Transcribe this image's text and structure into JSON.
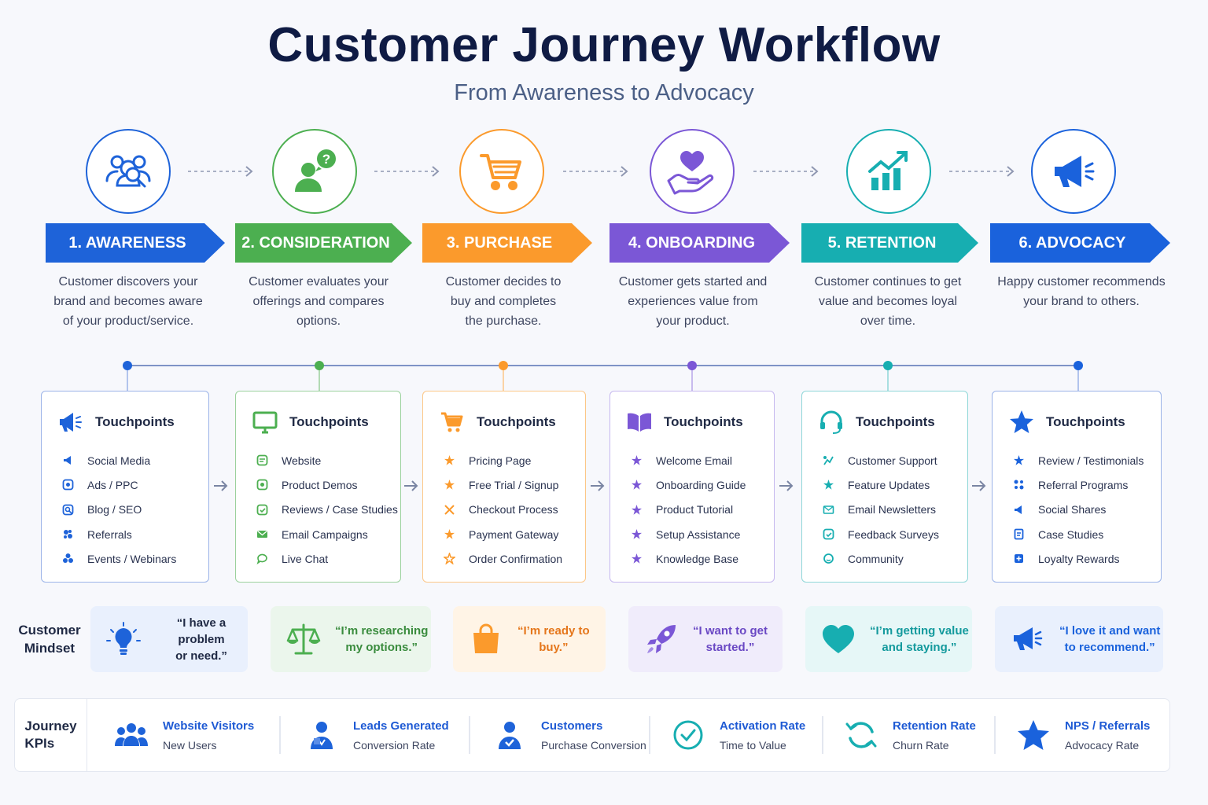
{
  "title": "Customer Journey Workflow",
  "subtitle": "From Awareness to Advocacy",
  "colors": {
    "awareness": "#1e63d9",
    "consideration": "#4caf50",
    "purchase": "#fb9a2c",
    "onboarding": "#7b57d6",
    "retention": "#17aeb1",
    "advocacy": "#1a62dc"
  },
  "stages": [
    {
      "label": "1. AWARENESS",
      "icon": "people-search-icon",
      "desc": [
        "Customer discovers your",
        "brand and becomes aware",
        "of your product/service."
      ]
    },
    {
      "label": "2. CONSIDERATION",
      "icon": "person-question-icon",
      "desc": [
        "Customer evaluates your",
        "offerings and compares",
        "options."
      ]
    },
    {
      "label": "3. PURCHASE",
      "icon": "shopping-cart-icon",
      "desc": [
        "Customer decides to",
        "buy and completes",
        "the purchase."
      ]
    },
    {
      "label": "4. ONBOARDING",
      "icon": "heart-hand-icon",
      "desc": [
        "Customer gets started and",
        "experiences value from",
        "your product."
      ]
    },
    {
      "label": "5. RETENTION",
      "icon": "growth-chart-icon",
      "desc": [
        "Customer continues to get",
        "value and becomes loyal",
        "over time."
      ]
    },
    {
      "label": "6. ADVOCACY",
      "icon": "megaphone-icon",
      "desc": [
        "Happy customer recommends",
        "your brand to others."
      ]
    }
  ],
  "touchpoints": [
    {
      "heading": "Touchpoints",
      "icon": "megaphone-icon",
      "items": [
        "Social Media",
        "Ads / PPC",
        "Blog / SEO",
        "Referrals",
        "Events / Webinars"
      ]
    },
    {
      "heading": "Touchpoints",
      "icon": "monitor-icon",
      "items": [
        "Website",
        "Product Demos",
        "Reviews / Case Studies",
        "Email Campaigns",
        "Live Chat"
      ]
    },
    {
      "heading": "Touchpoints",
      "icon": "shopping-cart-icon",
      "items": [
        "Pricing Page",
        "Free Trial / Signup",
        "Checkout Process",
        "Payment Gateway",
        "Order Confirmation"
      ]
    },
    {
      "heading": "Touchpoints",
      "icon": "book-icon",
      "items": [
        "Welcome Email",
        "Onboarding Guide",
        "Product Tutorial",
        "Setup Assistance",
        "Knowledge Base"
      ]
    },
    {
      "heading": "Touchpoints",
      "icon": "headset-icon",
      "items": [
        "Customer Support",
        "Feature Updates",
        "Email Newsletters",
        "Feedback Surveys",
        "Community"
      ]
    },
    {
      "heading": "Touchpoints",
      "icon": "star-icon",
      "items": [
        "Review / Testimonials",
        "Referral Programs",
        "Social Shares",
        "Case Studies",
        "Loyalty Rewards"
      ]
    }
  ],
  "mindset": {
    "label": [
      "Customer",
      "Mindset"
    ],
    "quotes": [
      {
        "icon": "lightbulb-icon",
        "lines": [
          "“I have a problem",
          "or need.”"
        ]
      },
      {
        "icon": "scales-icon",
        "lines": [
          "“I’m researching",
          "my options.”"
        ]
      },
      {
        "icon": "shopping-bag-icon",
        "lines": [
          "“I’m ready to",
          "buy.”"
        ]
      },
      {
        "icon": "rocket-icon",
        "lines": [
          "“I want to get",
          "started.”"
        ]
      },
      {
        "icon": "heart-icon",
        "lines": [
          "“I’m getting value",
          "and staying.”"
        ]
      },
      {
        "icon": "megaphone-icon",
        "lines": [
          "“I love it and want",
          "to recommend.”"
        ]
      }
    ]
  },
  "kpis": {
    "label": [
      "Journey",
      "KPIs"
    ],
    "items": [
      {
        "icon": "users-group-icon",
        "metric": "Website Visitors",
        "sub": "New Users"
      },
      {
        "icon": "lead-user-icon",
        "metric": "Leads Generated",
        "sub": "Conversion Rate"
      },
      {
        "icon": "customer-icon",
        "metric": "Customers",
        "sub": "Purchase Conversion"
      },
      {
        "icon": "check-circle-icon",
        "metric": "Activation Rate",
        "sub": "Time to Value"
      },
      {
        "icon": "refresh-icon",
        "metric": "Retention Rate",
        "sub": "Churn Rate"
      },
      {
        "icon": "star-icon",
        "metric": "NPS / Referrals",
        "sub": "Advocacy Rate"
      }
    ]
  }
}
